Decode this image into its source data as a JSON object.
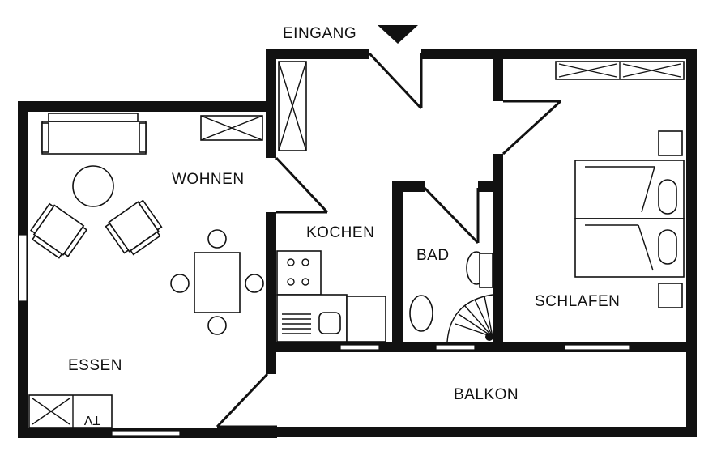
{
  "labels": {
    "entrance": "EINGANG",
    "living": "WOHNEN",
    "kitchen": "KOCHEN",
    "bath": "BAD",
    "bedroom": "SCHLAFEN",
    "dining": "ESSEN",
    "balcony": "BALKON",
    "tv": "TV"
  },
  "colors": {
    "ink": "#111111",
    "background": "#ffffff"
  },
  "icons": {
    "entrance_marker": "downward-triangle-icon"
  }
}
